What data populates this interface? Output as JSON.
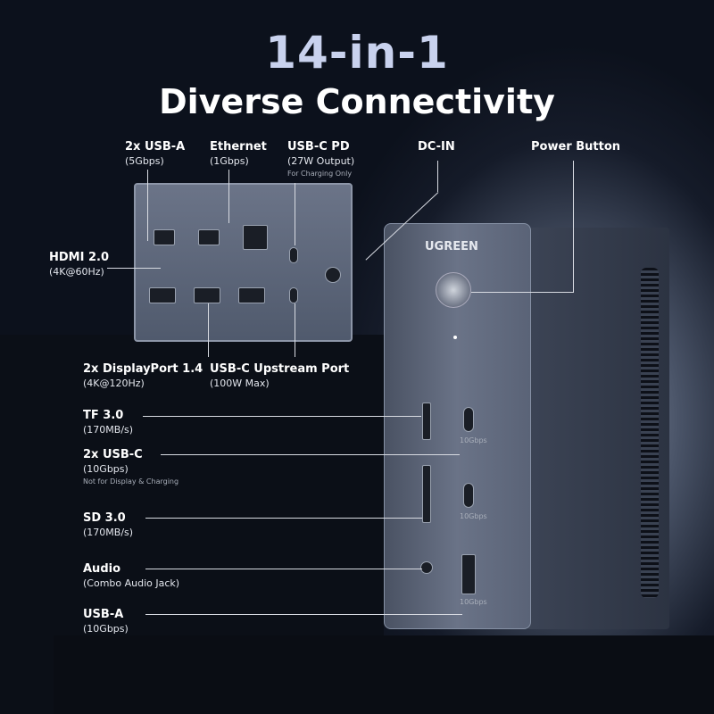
{
  "headline": {
    "line1": "14-in-1",
    "line2": "Diverse Connectivity"
  },
  "brand_logo": "UGREEN",
  "top_labels": [
    {
      "title": "2x USB-A",
      "detail": "(5Gbps)"
    },
    {
      "title": "Ethernet",
      "detail": "(1Gbps)"
    },
    {
      "title": "USB-C PD",
      "detail": "(27W Output)",
      "note": "For Charging Only"
    },
    {
      "title": "DC-IN"
    },
    {
      "title": "Power Button"
    }
  ],
  "hdmi": {
    "title": "HDMI 2.0",
    "detail": "(4K@60Hz)"
  },
  "bottom_back_labels": [
    {
      "title": "2x DisplayPort 1.4",
      "detail": "(4K@120Hz)"
    },
    {
      "title": "USB-C Upstream Port",
      "detail": "(100W Max)"
    }
  ],
  "front_labels": [
    {
      "title": "TF 3.0",
      "detail": "(170MB/s)"
    },
    {
      "title": "2x USB-C",
      "detail": "(10Gbps)",
      "note": "Not for Display & Charging"
    },
    {
      "title": "SD 3.0",
      "detail": "(170MB/s)"
    },
    {
      "title": "Audio",
      "detail": "(Combo Audio Jack)"
    },
    {
      "title": "USB-A",
      "detail": "(10Gbps)"
    }
  ],
  "port_speed_tag": "10Gbps"
}
